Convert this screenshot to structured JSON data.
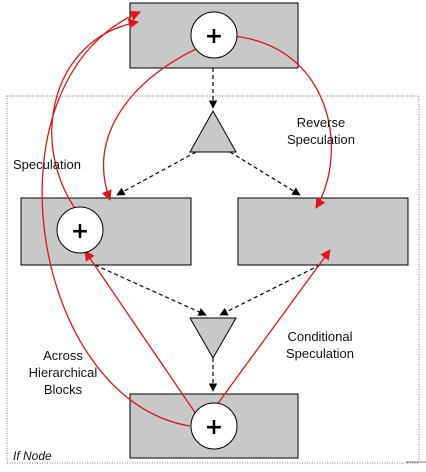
{
  "colors": {
    "block_fill": "#c8c8c8",
    "arrow_red": "#e0141b",
    "outline": "#000000",
    "dash": "#000000",
    "container_border": "#7a7a7a"
  },
  "container": {
    "label": "If Node"
  },
  "symbols": {
    "plus": "+"
  },
  "labels": {
    "speculation": "Speculation",
    "reverse_speculation": [
      "Reverse",
      "Speculation"
    ],
    "conditional_speculation": [
      "Conditional",
      "Speculation"
    ],
    "across_hierarchical_blocks": [
      "Across",
      "Hierarchical",
      "Blocks"
    ]
  }
}
